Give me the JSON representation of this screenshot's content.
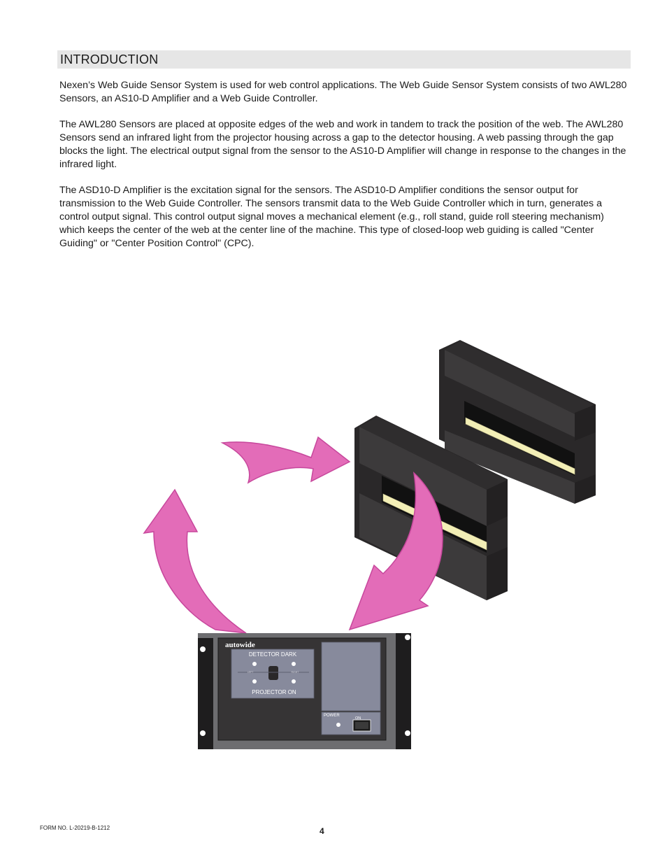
{
  "section": {
    "title": "INTRODUCTION"
  },
  "paragraphs": [
    "Nexen’s Web Guide Sensor System is used for web control applications.  The Web Guide Sensor System consists of two AWL280 Sensors, an AS10-D Amplifier and a  Web Guide Controller.",
    "The AWL280 Sensors are placed at opposite edges of the web and work in tandem to track the position of the web.  The AWL280 Sensors send an infrared light from the projector housing across a gap to the detector housing.  A web passing through the gap blocks the light.  The electrical output signal from the sensor to the AS10-D Amplifier will change in response to the changes in the infrared light.",
    "The ASD10-D Amplifier is the excitation signal for the sensors.  The ASD10-D Amplifier conditions the sensor output for transmission to the  Web Guide Controller.  The sensors transmit data to the Web Guide Controller which in turn, generates a control output signal.  This control output signal moves a mechanical element (e.g., roll stand, guide roll steering mechanism) which keeps the center of the web at the center line of the machine.  This type of closed-loop web guiding is called \"Center Guiding\" or \"Center Position Control\" (CPC)."
  ],
  "amplifier": {
    "brand": "autowide",
    "detector_label": "DETECTOR DARK",
    "left_label": "LEFT",
    "right_label": "RIGHT",
    "projector_label": "PROJECTOR ON",
    "power_label": "POWER",
    "on_label": "ON"
  },
  "footer": {
    "form_number": "FORM NO. L-20219-B-1212",
    "page_number": "4"
  },
  "colors": {
    "header_band": "#e6e6e6",
    "arrow_pink": "#e36cb8",
    "arrow_outline": "#c7479c",
    "sensor_dark": "#3c3a3b",
    "sensor_slot": "#f3efb6",
    "panel_gray": "#878a9c"
  }
}
